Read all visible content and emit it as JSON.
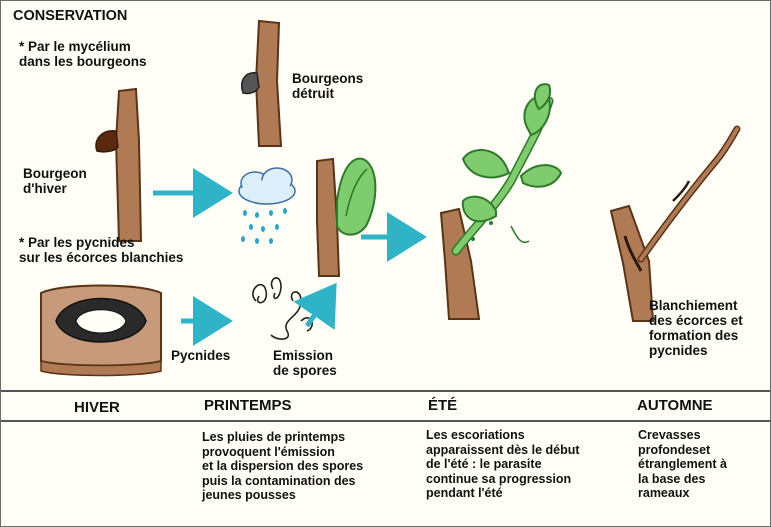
{
  "labels": {
    "title": "CONSERVATION",
    "mycelium": "* Par le mycélium\n  dans les bourgeons",
    "bourgeons_detruit": "Bourgeons\ndétruit",
    "bourgeon_hiver": "Bourgeon\nd'hiver",
    "pycnides_intro": "* Par les pycnides\n  sur les écorces blanchies",
    "pycnides": "Pycnides",
    "emission": "Emission\nde spores",
    "blanchiement": "Blanchiement\ndes écorces et\nformation des\npycnides"
  },
  "seasons": {
    "hiver": "HIVER",
    "printemps": "PRINTEMPS",
    "ete": "ÉTÉ",
    "automne": "AUTOMNE"
  },
  "descriptions": {
    "printemps": "Les pluies de printemps\nprovoquent l'émission\net la dispersion des spores\npuis la contamination des\njeunes pousses",
    "ete": "Les escoriations\napparaissent dès le début\nde l'été : le parasite\ncontinue sa progression\npendant l'été",
    "automne": "Crevasses\nprofondeset\nétranglement à\nla base des\nrameaux"
  },
  "colors": {
    "arrow": "#2fb3c6",
    "bark": "#b07a55",
    "bark_dark": "#5a3416",
    "leaf": "#7fcc6e",
    "leaf_dark": "#2e7a2a",
    "rain": "#2aa4d6"
  }
}
